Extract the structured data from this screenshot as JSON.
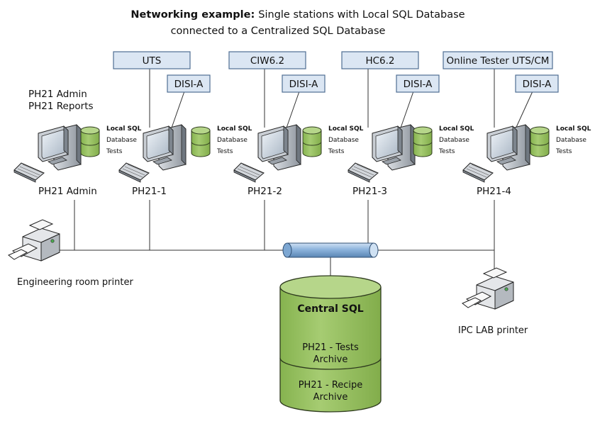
{
  "title": {
    "bold": "Networking example:",
    "rest": "Single stations with Local SQL Database",
    "line2": "connected to a Centralized SQL Database"
  },
  "admin": {
    "role1": "PH21 Admin",
    "role2": "PH21 Reports",
    "name": "PH21 Admin",
    "db": [
      "Local SQL",
      "Database",
      "Tests"
    ]
  },
  "stations": [
    {
      "app": "UTS",
      "disi": "DISI-A",
      "name": "PH21-1",
      "db": [
        "Local SQL",
        "Database",
        "Tests"
      ]
    },
    {
      "app": "CIW6.2",
      "disi": "DISI-A",
      "name": "PH21-2",
      "db": [
        "Local SQL",
        "Database",
        "Tests"
      ]
    },
    {
      "app": "HC6.2",
      "disi": "DISI-A",
      "name": "PH21-3",
      "db": [
        "Local SQL",
        "Database",
        "Tests"
      ]
    },
    {
      "app": "Online Tester UTS/CM",
      "disi": "DISI-A",
      "name": "PH21-4",
      "db": [
        "Local SQL",
        "Database",
        "Tests"
      ]
    }
  ],
  "printers": {
    "left": "Engineering room printer",
    "right": "IPC LAB printer"
  },
  "central": {
    "title": "Central SQL",
    "tests1": "PH21 - Tests",
    "tests2": "Archive",
    "recipe1": "PH21 - Recipe",
    "recipe2": "Archive"
  },
  "colors": {
    "box_fill": "#dbe6f3",
    "box_stroke": "#4f6f93",
    "db_green": "#9bc366",
    "db_top": "#b6d68a",
    "db_stroke": "#2e3a1e",
    "pipe": "#8db4dc",
    "pipe_stroke": "#2f4e72"
  }
}
